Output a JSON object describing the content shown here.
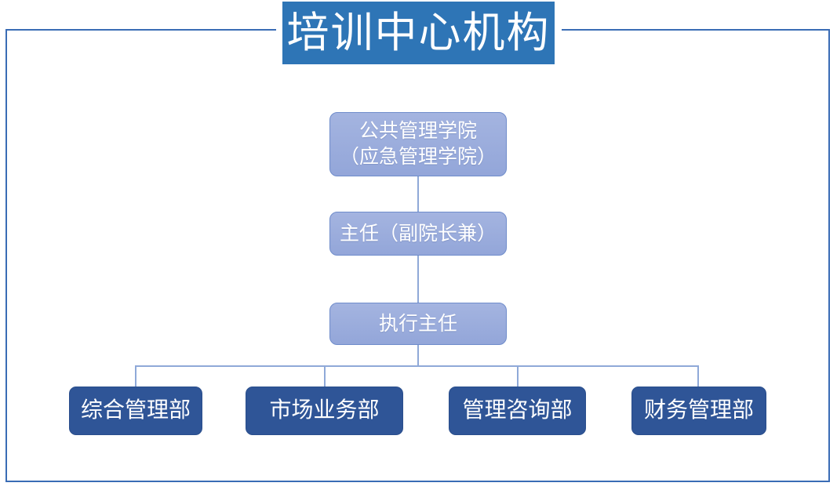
{
  "title": {
    "text": "培训中心机构"
  },
  "colors": {
    "banner": "#2e75b6",
    "frame": "#3a6cb5",
    "node_light_top": "#a4b4e0",
    "node_light_bottom": "#93a6d9",
    "node_dark": "#2f5597",
    "connector": "#8fa9d8",
    "text_light": "#ffffff"
  },
  "chart_data": {
    "type": "diagram",
    "diagram_type": "organization-chart",
    "title": "培训中心机构",
    "nodes": [
      {
        "id": "college",
        "label_lines": [
          "公共管理学院",
          "（应急管理学院）"
        ],
        "level": 0,
        "style": "light"
      },
      {
        "id": "director",
        "label_lines": [
          "主任（副院长兼）"
        ],
        "level": 1,
        "style": "light"
      },
      {
        "id": "exec",
        "label_lines": [
          "执行主任"
        ],
        "level": 2,
        "style": "light"
      },
      {
        "id": "dept-0",
        "label_lines": [
          "综合管理部"
        ],
        "level": 3,
        "style": "dark"
      },
      {
        "id": "dept-1",
        "label_lines": [
          "市场业务部"
        ],
        "level": 3,
        "style": "dark"
      },
      {
        "id": "dept-2",
        "label_lines": [
          "管理咨询部"
        ],
        "level": 3,
        "style": "dark"
      },
      {
        "id": "dept-3",
        "label_lines": [
          "财务管理部"
        ],
        "level": 3,
        "style": "dark"
      }
    ],
    "edges": [
      {
        "from": "college",
        "to": "director"
      },
      {
        "from": "director",
        "to": "exec"
      },
      {
        "from": "exec",
        "to": "dept-0"
      },
      {
        "from": "exec",
        "to": "dept-1"
      },
      {
        "from": "exec",
        "to": "dept-2"
      },
      {
        "from": "exec",
        "to": "dept-3"
      }
    ]
  },
  "nodes": {
    "college": {
      "line1": "公共管理学院",
      "line2": "（应急管理学院）"
    },
    "director": {
      "line1": "主任（副院长兼）"
    },
    "exec": {
      "line1": "执行主任"
    }
  },
  "departments": [
    {
      "label": "综合管理部"
    },
    {
      "label": "市场业务部"
    },
    {
      "label": "管理咨询部"
    },
    {
      "label": "财务管理部"
    }
  ]
}
